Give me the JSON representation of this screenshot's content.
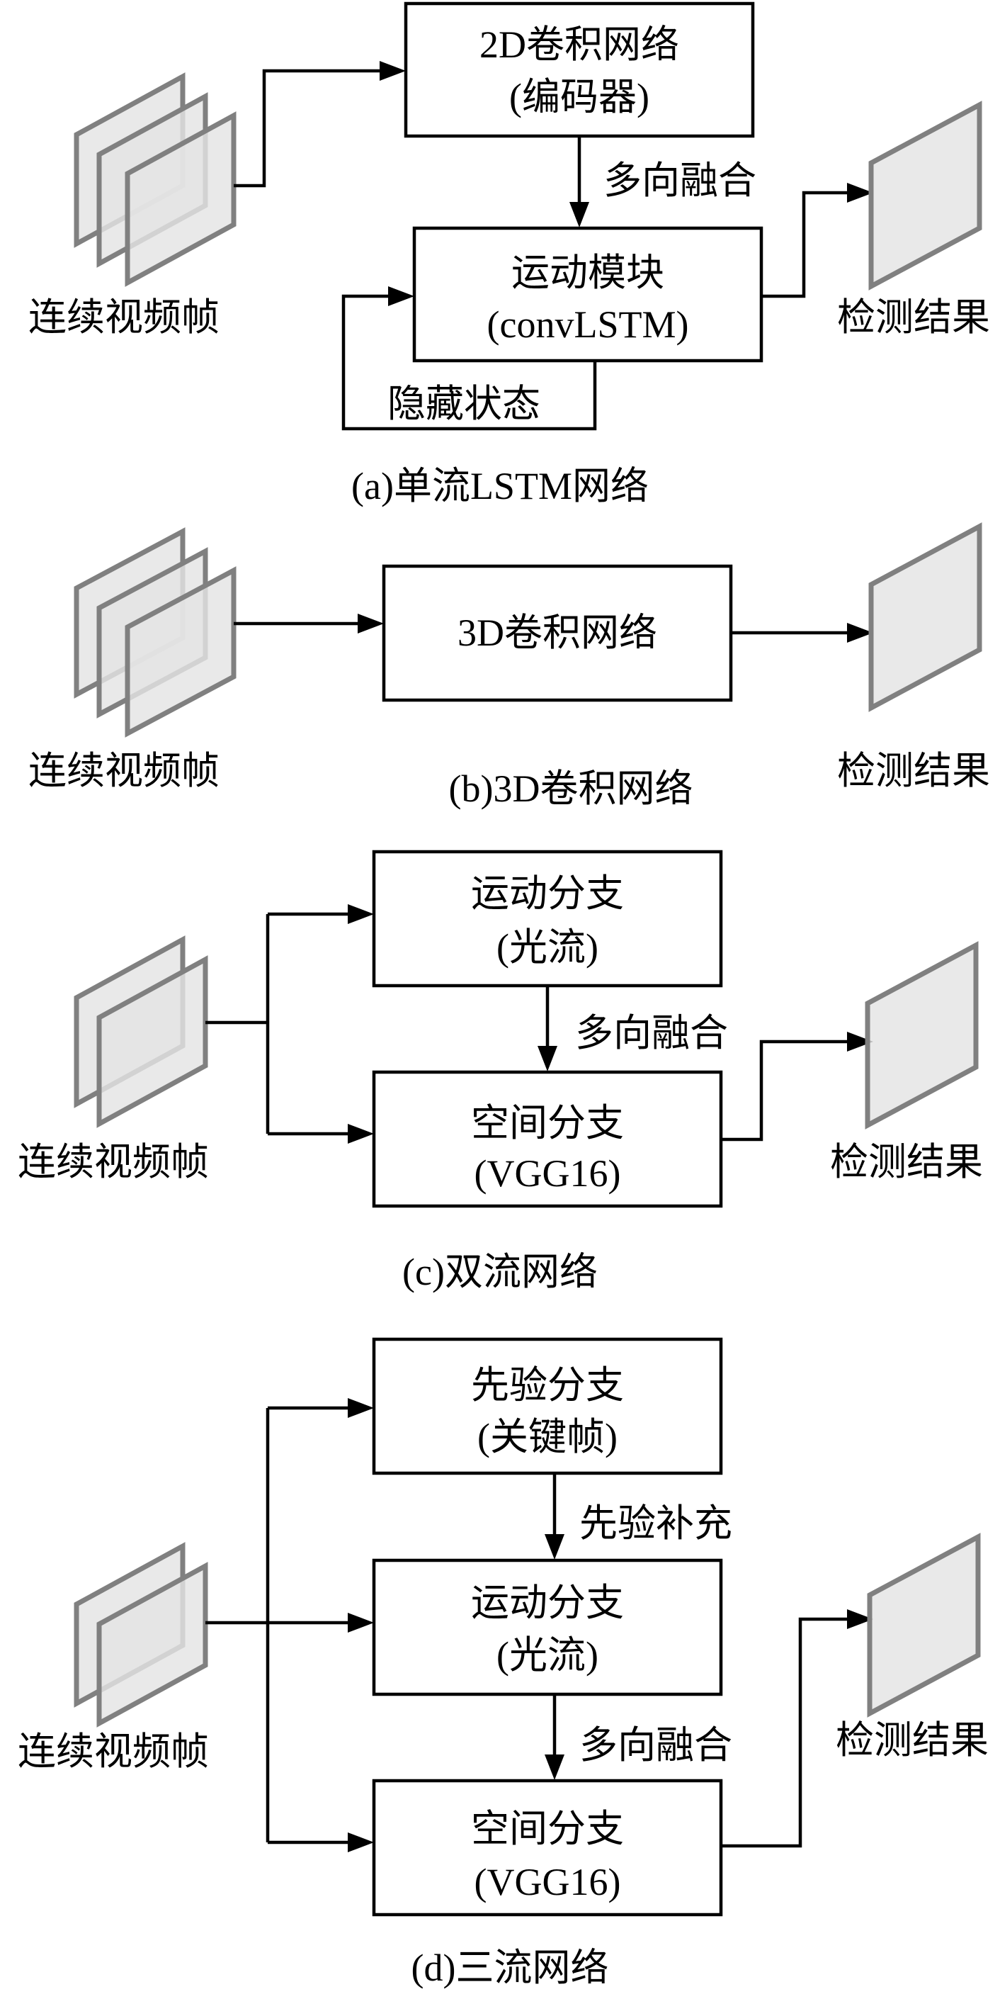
{
  "panel_a": {
    "caption": "(a)单流LSTM网络",
    "input_label": "连续视频帧",
    "encoder": {
      "line1": "2D卷积网络",
      "line2": "(编码器)"
    },
    "fusion_label": "多向融合",
    "motion": {
      "line1": "运动模块",
      "line2": "(convLSTM)"
    },
    "hidden_label": "隐藏状态",
    "output_label": "检测结果"
  },
  "panel_b": {
    "caption": "(b)3D卷积网络",
    "input_label": "连续视频帧",
    "conv3d": {
      "line1": "3D卷积网络"
    },
    "output_label": "检测结果"
  },
  "panel_c": {
    "caption": "(c)双流网络",
    "input_label": "连续视频帧",
    "motion": {
      "line1": "运动分支",
      "line2": "(光流)"
    },
    "fusion_label": "多向融合",
    "spatial": {
      "line1": "空间分支",
      "line2": "(VGG16)"
    },
    "output_label": "检测结果"
  },
  "panel_d": {
    "caption": "(d)三流网络",
    "input_label": "连续视频帧",
    "prior": {
      "line1": "先验分支",
      "line2": "(关键帧)"
    },
    "supplement_label": "先验补充",
    "motion": {
      "line1": "运动分支",
      "line2": "(光流)"
    },
    "fusion_label": "多向融合",
    "spatial": {
      "line1": "空间分支",
      "line2": "(VGG16)"
    },
    "output_label": "检测结果"
  },
  "colors": {
    "frame_fill": "#e4e4e4",
    "frame_stroke": "#808080",
    "line": "#000000"
  }
}
